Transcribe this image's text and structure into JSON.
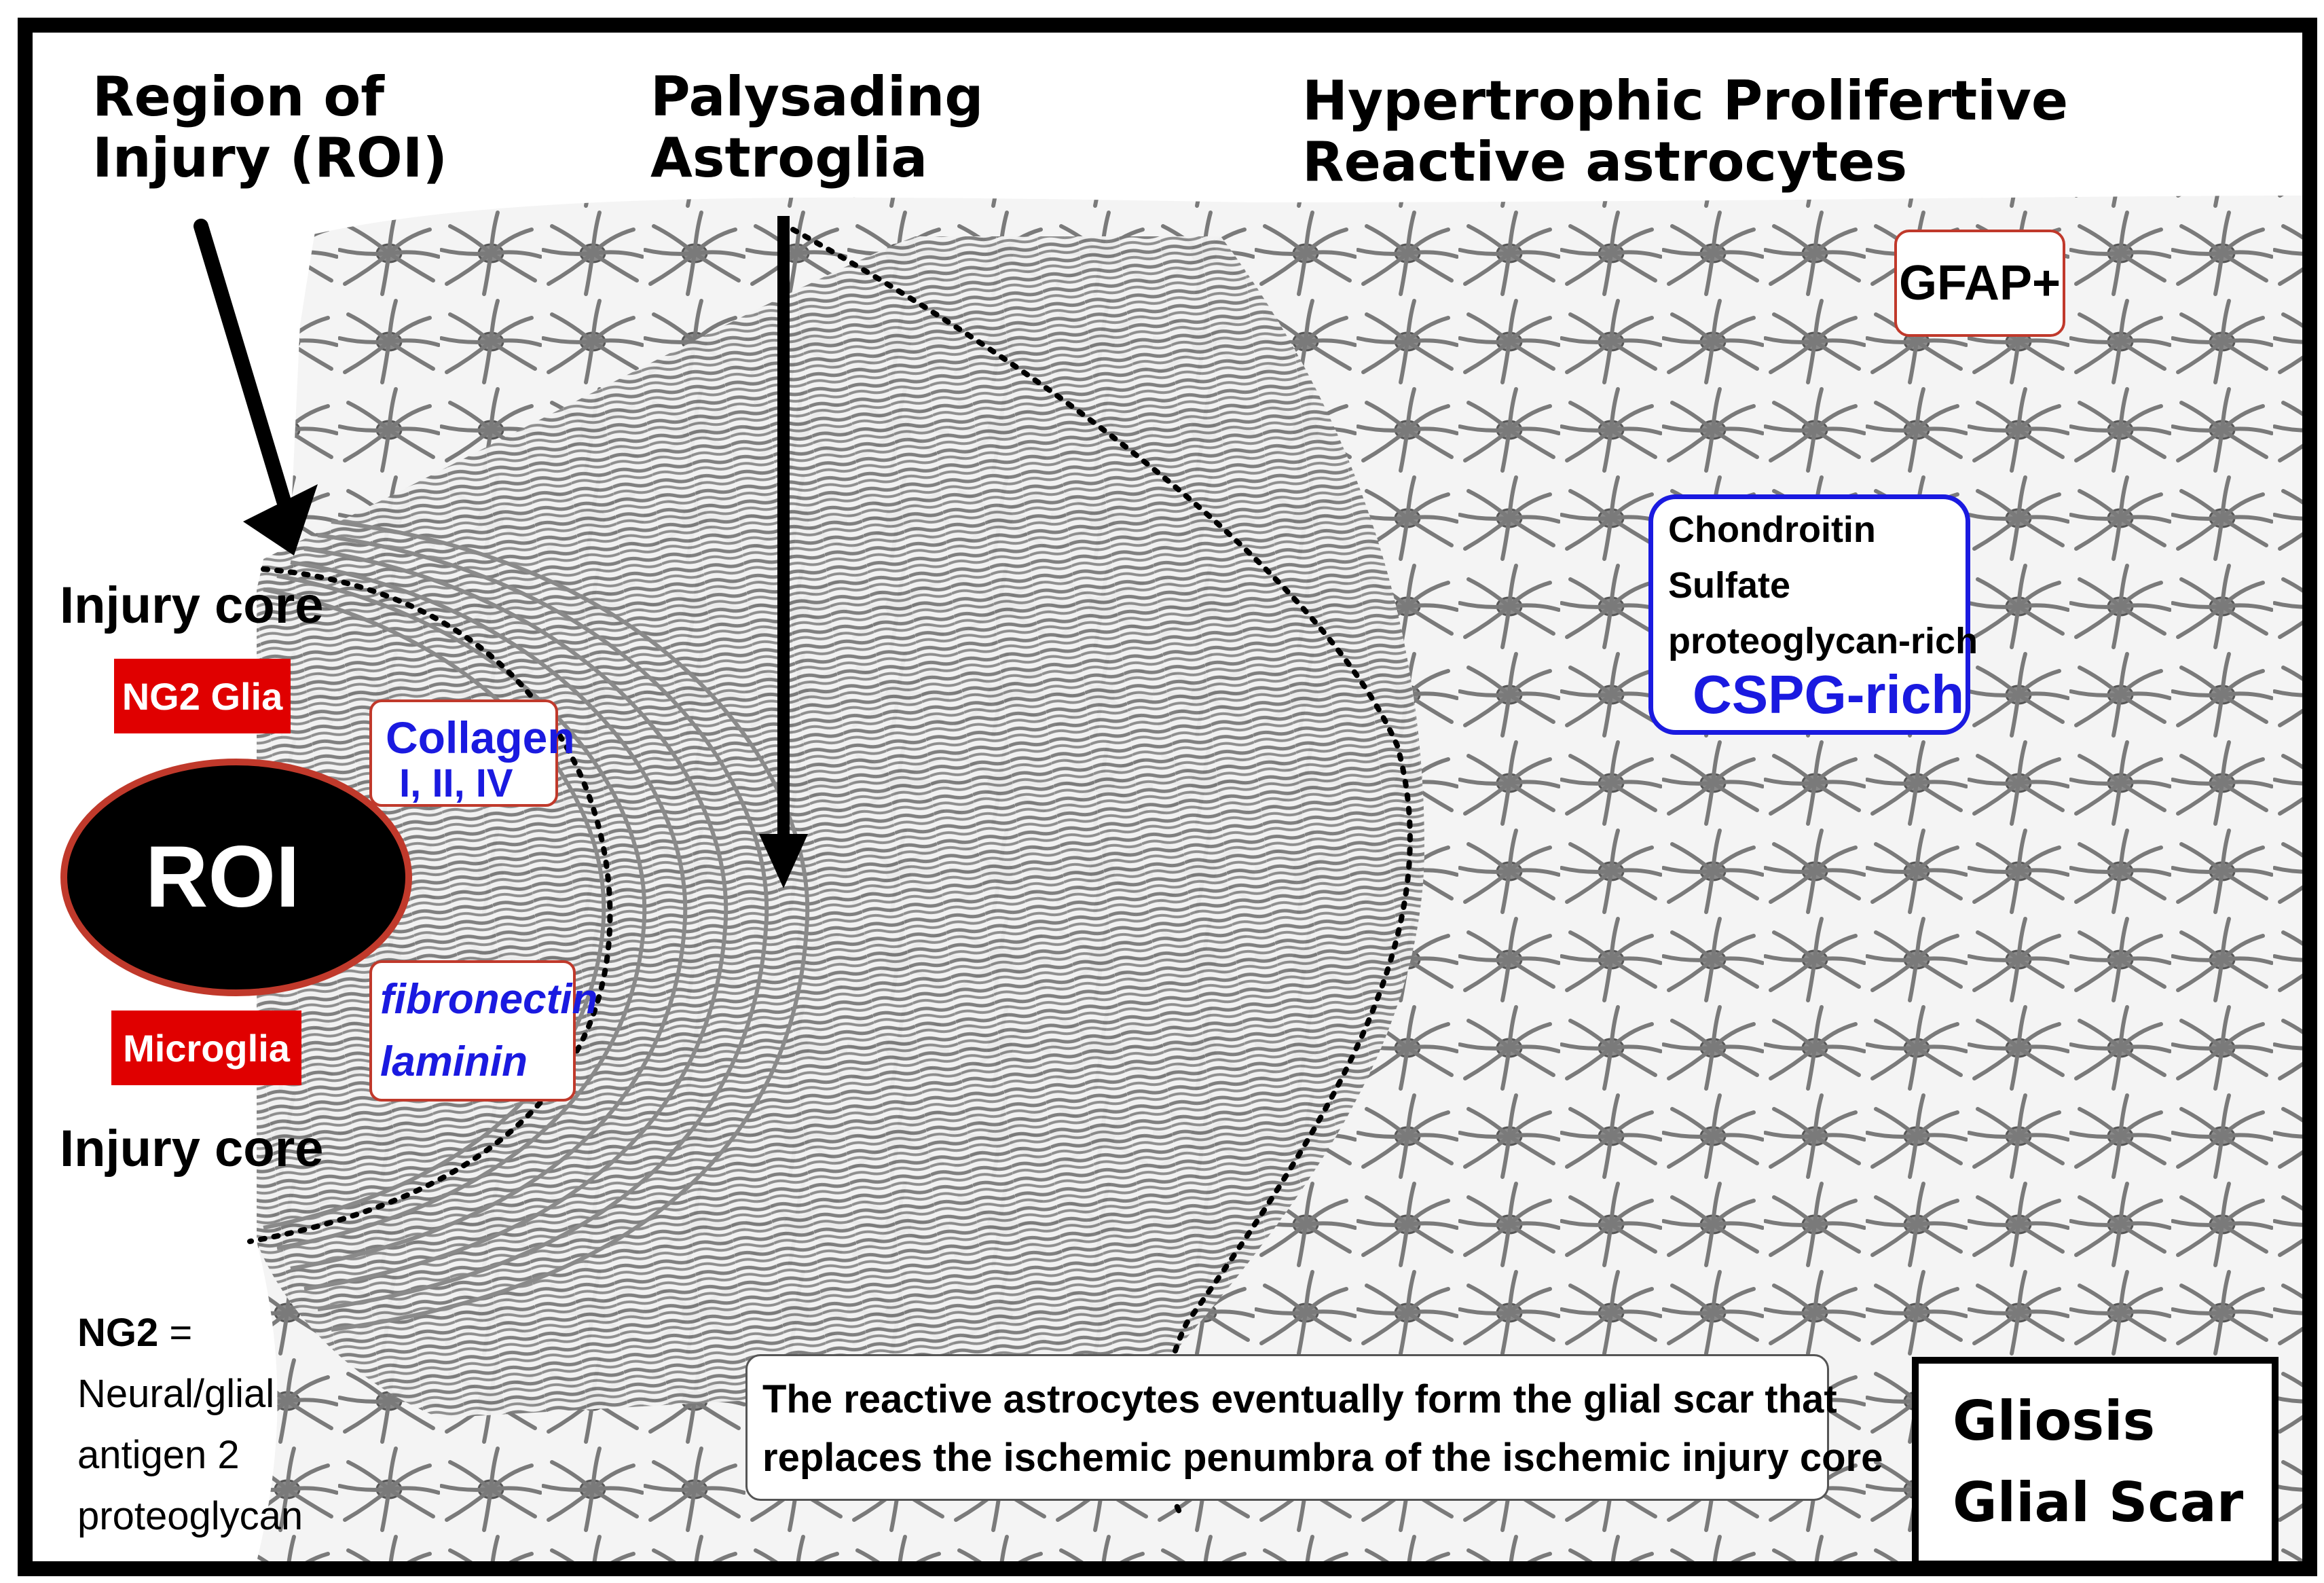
{
  "labels": {
    "region_of_injury": [
      "Region of",
      "Injury (ROI)"
    ],
    "palysading": [
      "Palysading",
      "Astroglia"
    ],
    "hypertrophic": [
      "Hypertrophic Prolifertive",
      "Reactive astrocytes"
    ],
    "injury_core_top": "Injury core",
    "injury_core_bottom": "Injury core",
    "roi": "ROI",
    "ng2_glia": "NG2 Glia",
    "microglia": "Microglia",
    "collagen": [
      "Collagen",
      "I, II, IV"
    ],
    "fibronectin": [
      "fibronectin",
      "laminin"
    ],
    "gfap": "GFAP+",
    "cspg_lines": [
      "Chondroitin",
      "Sulfate",
      "proteoglycan-rich"
    ],
    "cspg_big": "CSPG-rich",
    "ng2_def_bold": "NG2",
    "ng2_def_eq": " =",
    "ng2_def_rest": [
      "Neural/glial",
      "antigen 2",
      "proteoglycan"
    ],
    "scar_caption": [
      "The reactive astrocytes eventually form the glial scar that",
      "replaces the ischemic penumbra of the ischemic injury core"
    ],
    "gliosis": [
      "Gliosis",
      "Glial Scar"
    ]
  },
  "colors": {
    "red_box": "#e00000",
    "blue_text": "#1a1ae0",
    "blue_border": "#1a1ae0",
    "red_border": "#c0392b",
    "roi_fill": "#000000",
    "tissue_stroke": "#6b6b6b"
  }
}
